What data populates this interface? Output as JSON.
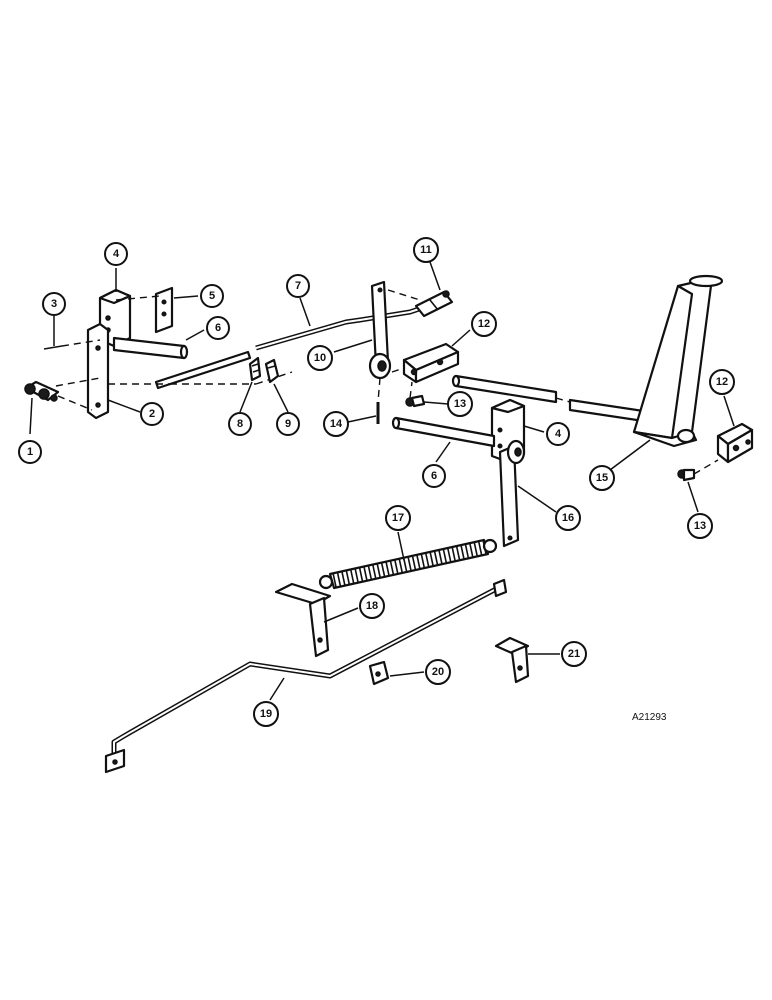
{
  "drawing_ref": "A21293",
  "callouts": [
    {
      "label": "1"
    },
    {
      "label": "2"
    },
    {
      "label": "3"
    },
    {
      "label": "4"
    },
    {
      "label": "5"
    },
    {
      "label": "6"
    },
    {
      "label": "7"
    },
    {
      "label": "8"
    },
    {
      "label": "9"
    },
    {
      "label": "10"
    },
    {
      "label": "11"
    },
    {
      "label": "12"
    },
    {
      "label": "13"
    },
    {
      "label": "14"
    },
    {
      "label": "4"
    },
    {
      "label": "6"
    },
    {
      "label": "15"
    },
    {
      "label": "12"
    },
    {
      "label": "13"
    },
    {
      "label": "16"
    },
    {
      "label": "17"
    },
    {
      "label": "18"
    },
    {
      "label": "19"
    },
    {
      "label": "20"
    },
    {
      "label": "21"
    }
  ]
}
